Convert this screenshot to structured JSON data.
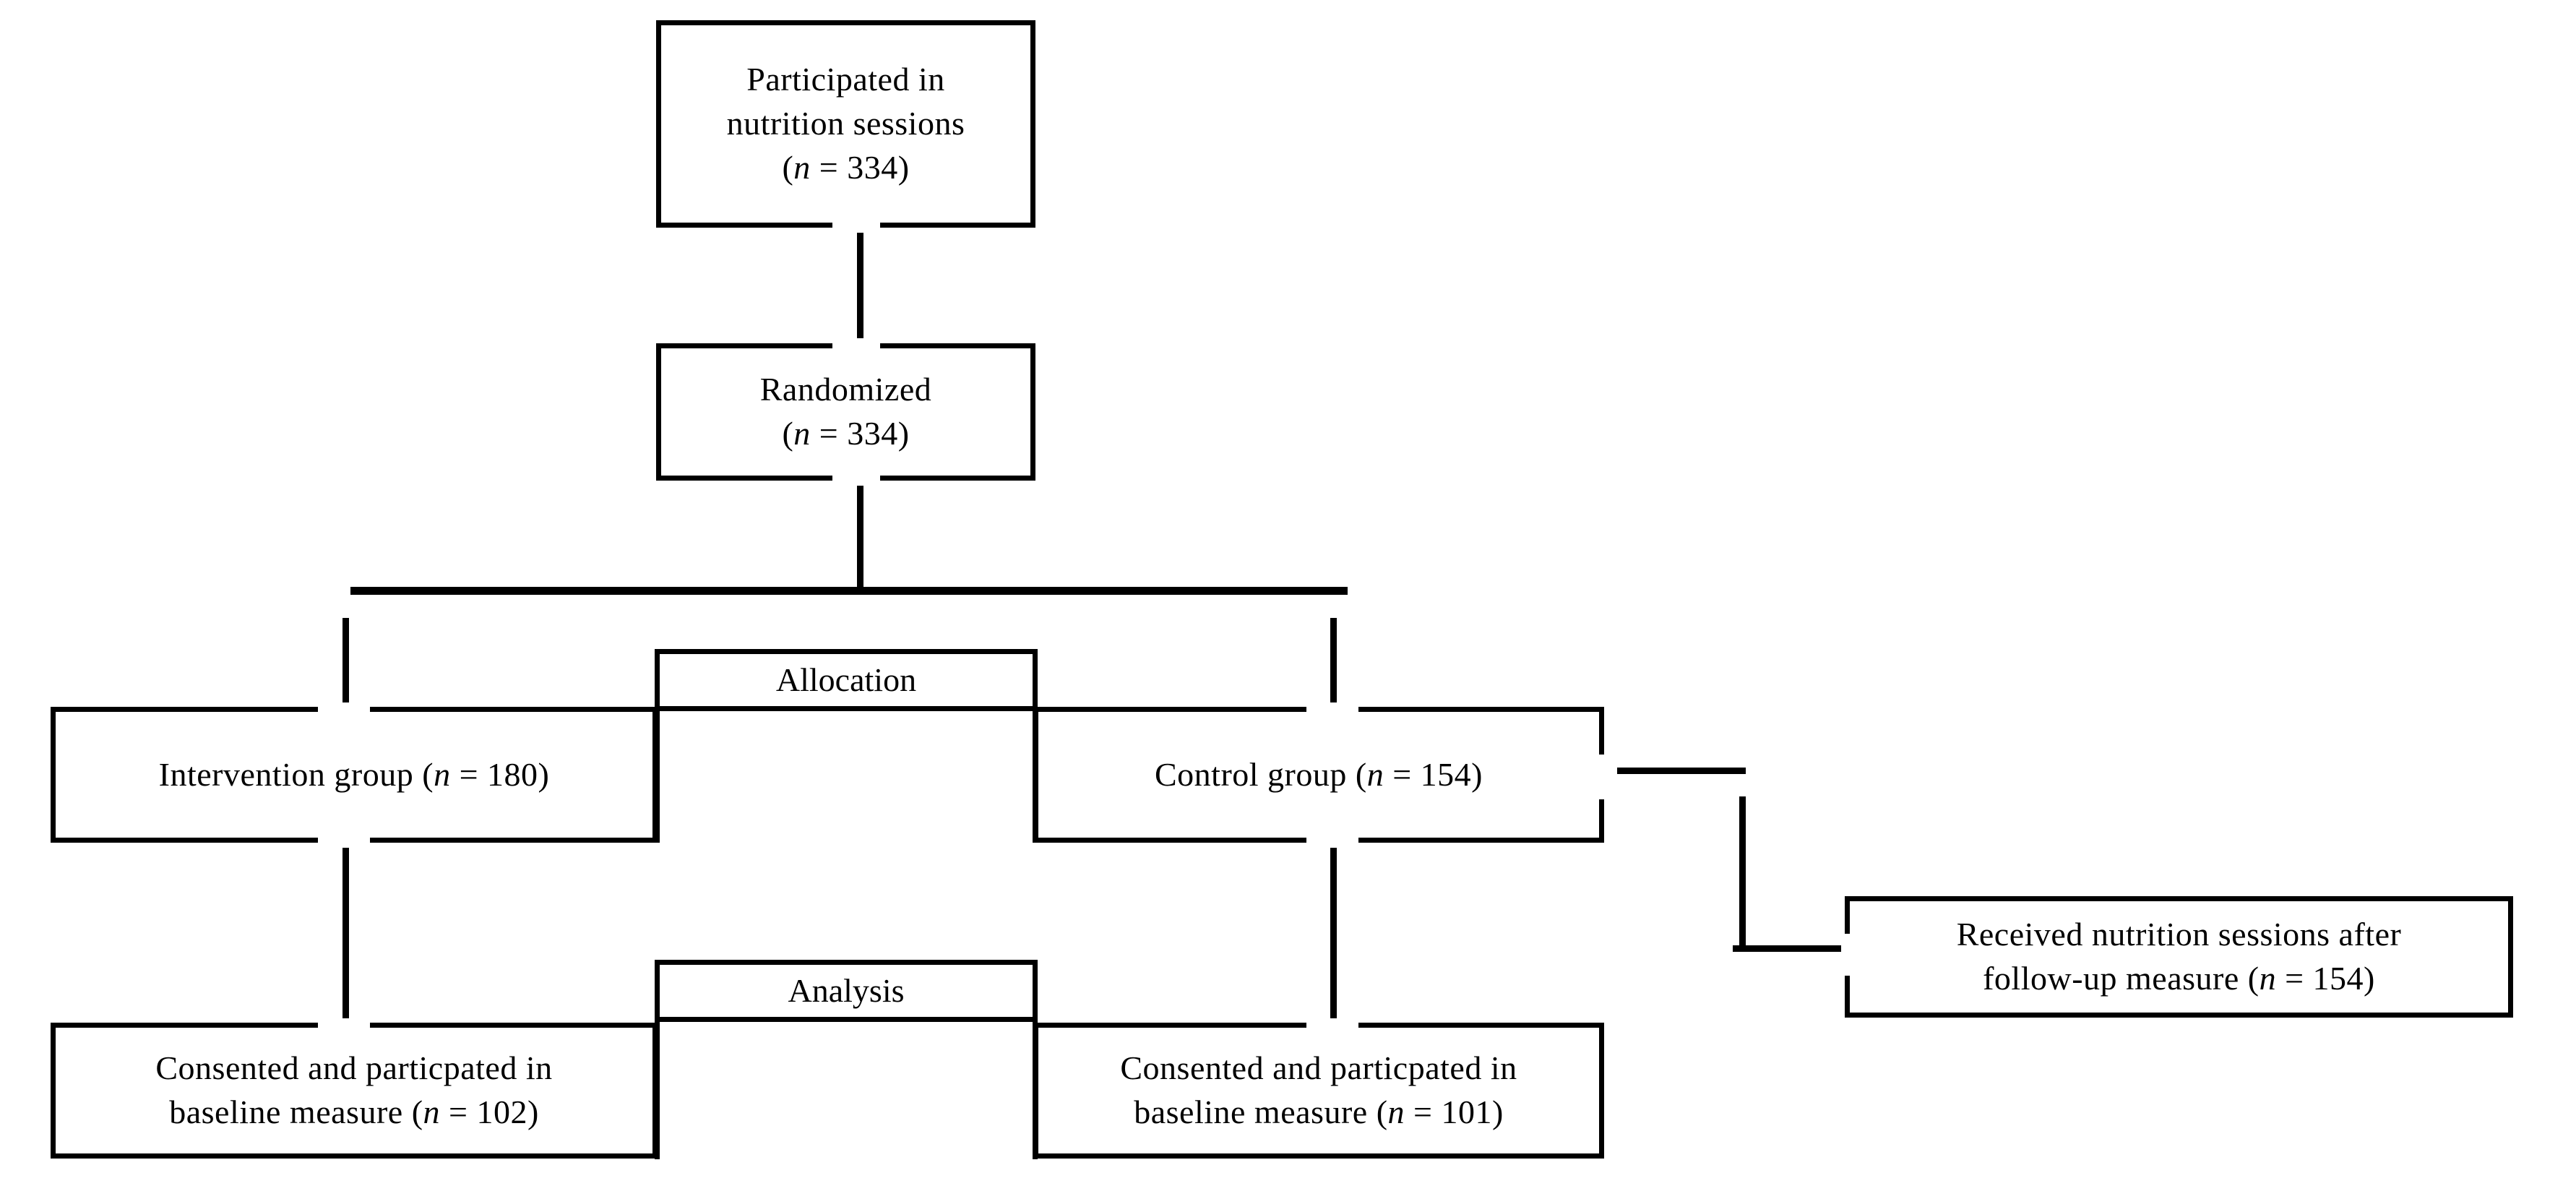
{
  "diagram": {
    "type": "consort-flow-diagram",
    "orientation": "top-down",
    "colors": {
      "stroke": "#000000",
      "background": "#ffffff",
      "text": "#000000"
    },
    "nodes": {
      "participated": {
        "id": "participated-in-nutrition-sessions",
        "line1": "Participated in",
        "line2": "nutrition sessions",
        "n_prefix": "(",
        "n_symbol": "n",
        "n_value": " = 334)",
        "n_text": "(n = 334)",
        "count": 334
      },
      "randomized": {
        "id": "randomized",
        "line1": "Randomized",
        "n_symbol": "n",
        "n_value": " = 334)",
        "n_prefix": "(",
        "n_text": "(n = 334)",
        "count": 334
      },
      "intervention": {
        "id": "intervention-group",
        "line1": "Intervention group ",
        "n_prefix": "(",
        "n_symbol": "n",
        "n_value": " = 180)",
        "n_text": "(n = 180)",
        "count": 180
      },
      "control": {
        "id": "control-group",
        "line1": "Control group ",
        "n_prefix": "(",
        "n_symbol": "n",
        "n_value": " = 154)",
        "n_text": "(n = 154)",
        "count": 154
      },
      "received_sessions": {
        "id": "received-nutrition-sessions-after-followup",
        "line1": "Received nutrition sessions after",
        "line2": "follow-up measure ",
        "n_prefix": "(",
        "n_symbol": "n",
        "n_value": " = 154)",
        "n_text": "(n = 154)",
        "count": 154
      },
      "baseline_left": {
        "id": "consented-participated-baseline-intervention",
        "line1": "Consented and particpated in",
        "line2": "baseline measure ",
        "n_prefix": "(",
        "n_symbol": "n",
        "n_value": " = 102)",
        "n_text": "(n = 102)",
        "count": 102
      },
      "baseline_right": {
        "id": "consented-participated-baseline-control",
        "line1": "Consented and particpated in",
        "line2": "baseline measure ",
        "n_prefix": "(",
        "n_symbol": "n",
        "n_value": " = 101)",
        "n_text": "(n = 101)",
        "count": 101
      }
    },
    "stages": {
      "allocation": {
        "id": "allocation-stage",
        "label": "Allocation"
      },
      "analysis": {
        "id": "analysis-stage",
        "label": "Analysis"
      }
    },
    "edges": [
      {
        "from": "participated",
        "to": "randomized",
        "style": "vertical"
      },
      {
        "from": "randomized",
        "to": "split-bar",
        "style": "vertical"
      },
      {
        "from": "split-bar",
        "to": "intervention",
        "style": "vertical"
      },
      {
        "from": "split-bar",
        "to": "control",
        "style": "vertical"
      },
      {
        "from": "intervention",
        "to": "baseline_left",
        "style": "vertical"
      },
      {
        "from": "control",
        "to": "baseline_right",
        "style": "vertical"
      },
      {
        "from": "control",
        "to": "received_sessions",
        "style": "stepped-right"
      }
    ]
  }
}
